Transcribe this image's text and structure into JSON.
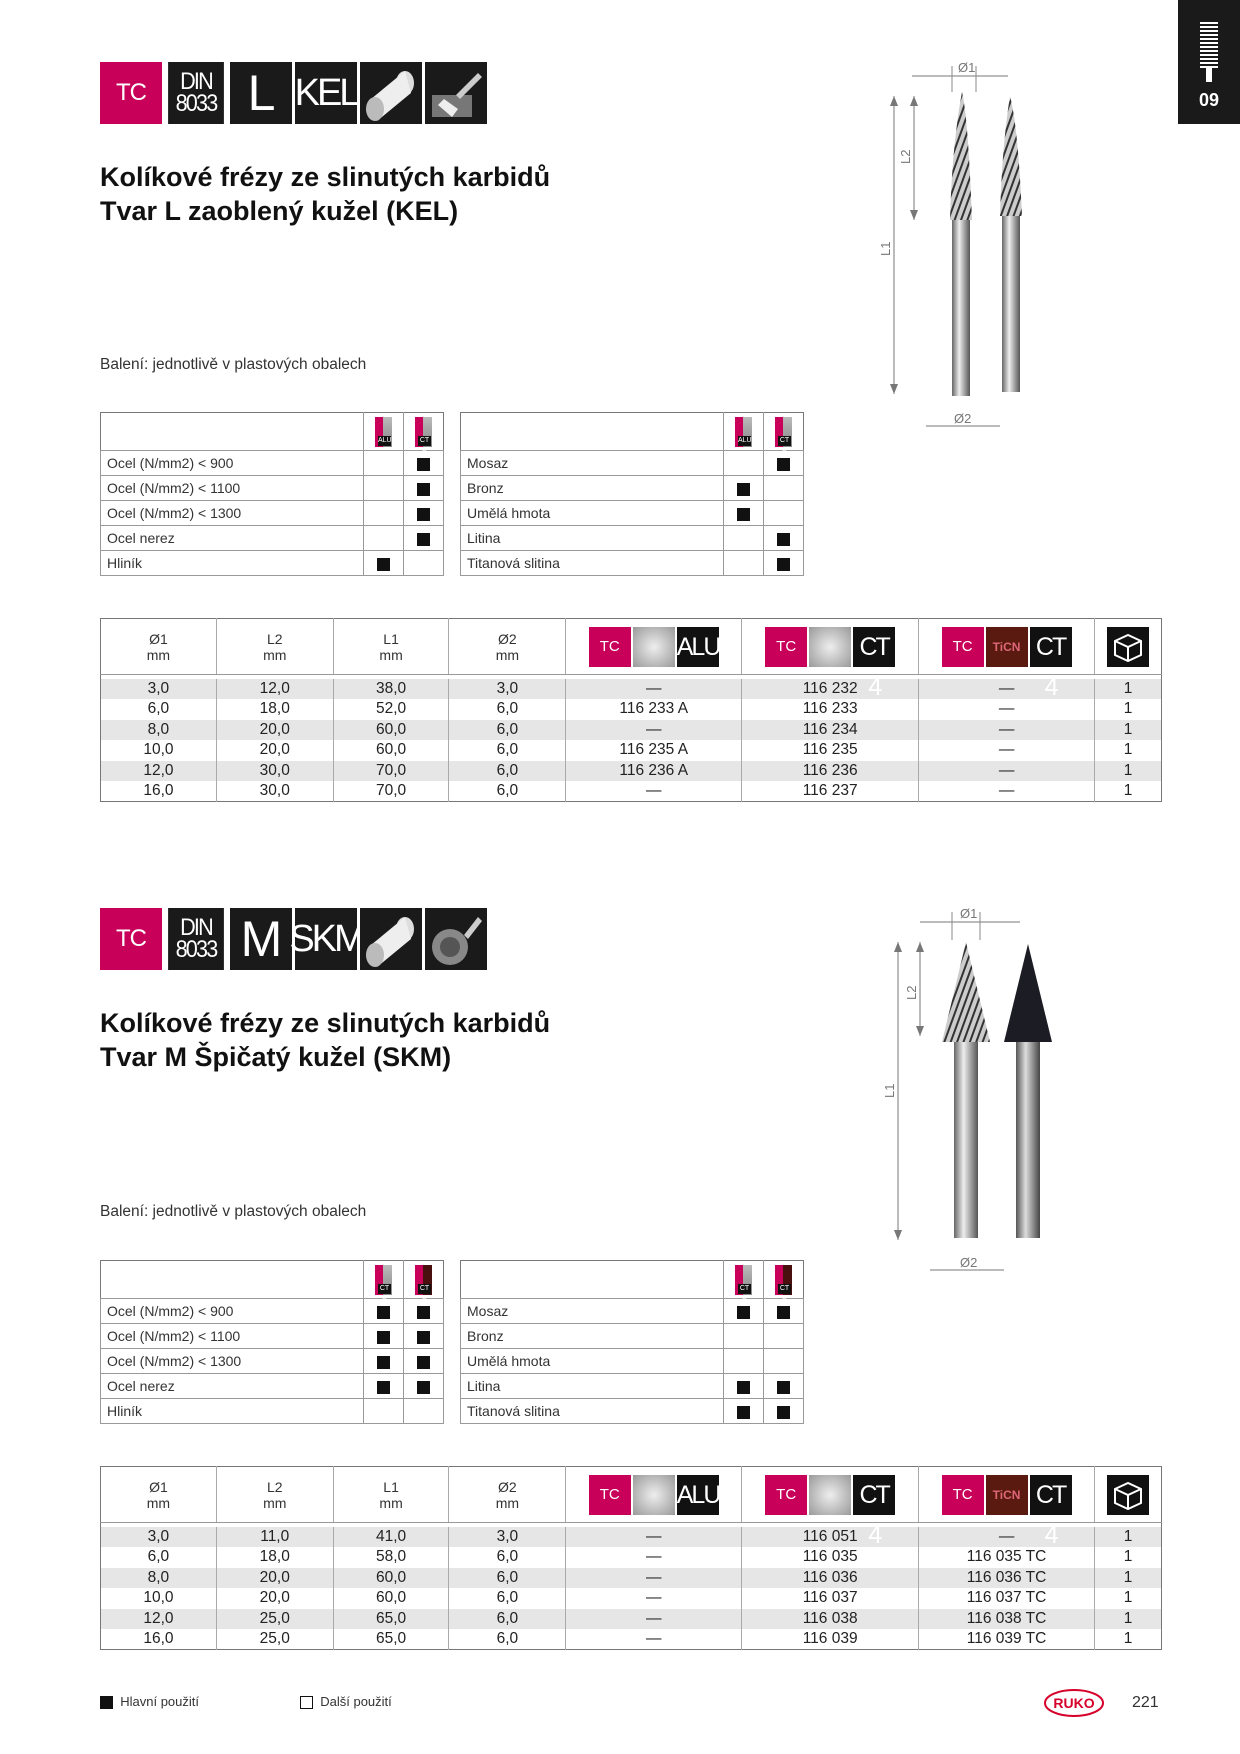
{
  "chapter": "09",
  "sections": [
    {
      "icons": {
        "tc": "TC",
        "din_top": "DIN",
        "din_bottom": "8033",
        "shape": "L",
        "code": "KEL"
      },
      "title_line1": "Kolíkové frézy ze slinutých karbidů",
      "title_line2": "Tvar L zaoblený kužel (KEL)",
      "packaging": "Balení: jednotlivě v plastových obalech",
      "diagram_labels": {
        "d1": "Ø1",
        "d2": "Ø2",
        "l1": "L1",
        "l2": "L2"
      },
      "material_icons": [
        "ALU",
        "CT 4"
      ],
      "materials_left": [
        {
          "name": "Ocel (N/mm2) < 900",
          "m1": false,
          "m2": true
        },
        {
          "name": "Ocel (N/mm2) < 1100",
          "m1": false,
          "m2": true
        },
        {
          "name": "Ocel (N/mm2) < 1300",
          "m1": false,
          "m2": true
        },
        {
          "name": "Ocel nerez",
          "m1": false,
          "m2": true
        },
        {
          "name": "Hliník",
          "m1": true,
          "m2": false
        }
      ],
      "materials_right": [
        {
          "name": "Mosaz",
          "m1": false,
          "m2": true
        },
        {
          "name": "Bronz",
          "m1": true,
          "m2": false
        },
        {
          "name": "Umělá hmota",
          "m1": true,
          "m2": false
        },
        {
          "name": "Litina",
          "m1": false,
          "m2": true
        },
        {
          "name": "Titanová slitina",
          "m1": false,
          "m2": true
        }
      ],
      "table": {
        "headers": [
          {
            "label": "Ø1",
            "unit": "mm"
          },
          {
            "label": "L2",
            "unit": "mm"
          },
          {
            "label": "L1",
            "unit": "mm"
          },
          {
            "label": "Ø2",
            "unit": "mm"
          }
        ],
        "product_icons": [
          {
            "tc": "TC",
            "coat": "",
            "word": "ALU"
          },
          {
            "tc": "TC",
            "coat": "",
            "word": "CT 4"
          },
          {
            "tc": "TC",
            "coat": "TiCN",
            "word": "CT 4"
          }
        ],
        "rows": [
          [
            "3,0",
            "12,0",
            "38,0",
            "3,0",
            "—",
            "116 232",
            "—",
            "1"
          ],
          [
            "6,0",
            "18,0",
            "52,0",
            "6,0",
            "116 233 A",
            "116 233",
            "—",
            "1"
          ],
          [
            "8,0",
            "20,0",
            "60,0",
            "6,0",
            "—",
            "116 234",
            "—",
            "1"
          ],
          [
            "10,0",
            "20,0",
            "60,0",
            "6,0",
            "116 235 A",
            "116 235",
            "—",
            "1"
          ],
          [
            "12,0",
            "30,0",
            "70,0",
            "6,0",
            "116 236 A",
            "116 236",
            "—",
            "1"
          ],
          [
            "16,0",
            "30,0",
            "70,0",
            "6,0",
            "—",
            "116 237",
            "—",
            "1"
          ]
        ]
      }
    },
    {
      "icons": {
        "tc": "TC",
        "din_top": "DIN",
        "din_bottom": "8033",
        "shape": "M",
        "code": "SKM"
      },
      "title_line1": "Kolíkové frézy ze slinutých karbidů",
      "title_line2": "Tvar M Špičatý kužel (SKM)",
      "packaging": "Balení: jednotlivě v plastových obalech",
      "diagram_labels": {
        "d1": "Ø1",
        "d2": "Ø2",
        "l1": "L1",
        "l2": "L2"
      },
      "material_icons": [
        "CT 4",
        "CT 4"
      ],
      "materials_left": [
        {
          "name": "Ocel (N/mm2) < 900",
          "m1": true,
          "m2": true
        },
        {
          "name": "Ocel (N/mm2) < 1100",
          "m1": true,
          "m2": true
        },
        {
          "name": "Ocel (N/mm2) < 1300",
          "m1": true,
          "m2": true
        },
        {
          "name": "Ocel nerez",
          "m1": true,
          "m2": true
        },
        {
          "name": "Hliník",
          "m1": false,
          "m2": false
        }
      ],
      "materials_right": [
        {
          "name": "Mosaz",
          "m1": true,
          "m2": true
        },
        {
          "name": "Bronz",
          "m1": false,
          "m2": false
        },
        {
          "name": "Umělá hmota",
          "m1": false,
          "m2": false
        },
        {
          "name": "Litina",
          "m1": true,
          "m2": true
        },
        {
          "name": "Titanová slitina",
          "m1": true,
          "m2": true
        }
      ],
      "table": {
        "headers": [
          {
            "label": "Ø1",
            "unit": "mm"
          },
          {
            "label": "L2",
            "unit": "mm"
          },
          {
            "label": "L1",
            "unit": "mm"
          },
          {
            "label": "Ø2",
            "unit": "mm"
          }
        ],
        "product_icons": [
          {
            "tc": "TC",
            "coat": "",
            "word": "ALU"
          },
          {
            "tc": "TC",
            "coat": "",
            "word": "CT 4"
          },
          {
            "tc": "TC",
            "coat": "TiCN",
            "word": "CT 4"
          }
        ],
        "rows": [
          [
            "3,0",
            "11,0",
            "41,0",
            "3,0",
            "—",
            "116 051",
            "—",
            "1"
          ],
          [
            "6,0",
            "18,0",
            "58,0",
            "6,0",
            "—",
            "116 035",
            "116 035 TC",
            "1"
          ],
          [
            "8,0",
            "20,0",
            "60,0",
            "6,0",
            "—",
            "116 036",
            "116 036 TC",
            "1"
          ],
          [
            "10,0",
            "20,0",
            "60,0",
            "6,0",
            "—",
            "116 037",
            "116 037 TC",
            "1"
          ],
          [
            "12,0",
            "25,0",
            "65,0",
            "6,0",
            "—",
            "116 038",
            "116 038 TC",
            "1"
          ],
          [
            "16,0",
            "25,0",
            "65,0",
            "6,0",
            "—",
            "116 039",
            "116 039 TC",
            "1"
          ]
        ]
      }
    }
  ],
  "legend": {
    "main": "Hlavní použití",
    "other": "Další použití"
  },
  "brand": "RUKO",
  "page_number": "221",
  "colors": {
    "accent": "#c8005a",
    "dark": "#1a1a1a"
  }
}
